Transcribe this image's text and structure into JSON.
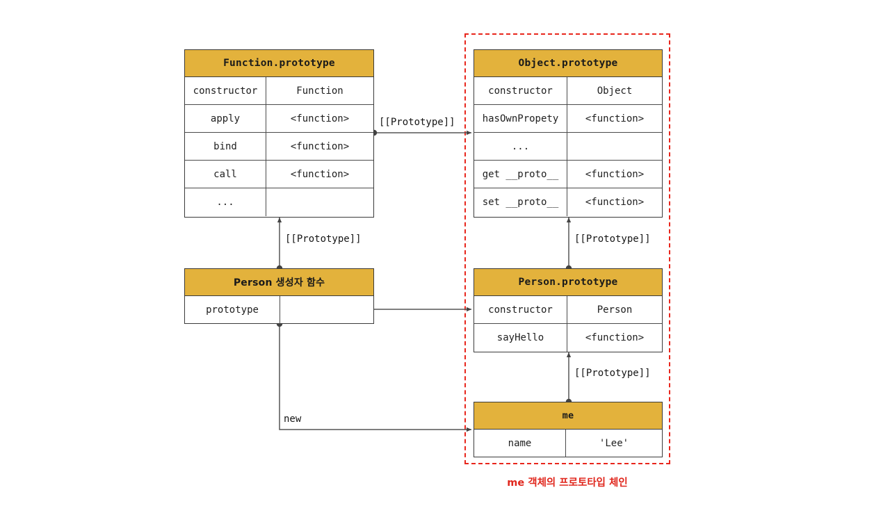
{
  "diagram": {
    "title_caption": "me 객체의 프로토타입 체인",
    "accent_header_color": "#e3b23c",
    "chain_border_color": "#e8261c",
    "line_color": "#555555"
  },
  "boxes": {
    "function_prototype": {
      "title": "Function.prototype",
      "rows": [
        {
          "key": "constructor",
          "value": "Function"
        },
        {
          "key": "apply",
          "value": "<function>"
        },
        {
          "key": "bind",
          "value": "<function>"
        },
        {
          "key": "call",
          "value": "<function>"
        },
        {
          "key": "...",
          "value": ""
        }
      ]
    },
    "object_prototype": {
      "title": "Object.prototype",
      "rows": [
        {
          "key": "constructor",
          "value": "Object"
        },
        {
          "key": "hasOwnPropety",
          "value": "<function>"
        },
        {
          "key": "...",
          "value": ""
        },
        {
          "key": "get __proto__",
          "value": "<function>"
        },
        {
          "key": "set __proto__",
          "value": "<function>"
        }
      ]
    },
    "person_constructor": {
      "title": "Person 생성자 함수",
      "rows": [
        {
          "key": "prototype",
          "value": ""
        }
      ]
    },
    "person_prototype": {
      "title": "Person.prototype",
      "rows": [
        {
          "key": "constructor",
          "value": "Person"
        },
        {
          "key": "sayHello",
          "value": "<function>"
        }
      ]
    },
    "me_object": {
      "title": "me",
      "rows": [
        {
          "key": "name",
          "value": "'Lee'"
        }
      ]
    }
  },
  "edges": {
    "function_proto_to_object_proto": "[[Prototype]]",
    "person_ctor_to_function_proto": "[[Prototype]]",
    "person_proto_to_object_proto": "[[Prototype]]",
    "me_to_person_proto": "[[Prototype]]",
    "person_ctor_new_me": "new"
  }
}
